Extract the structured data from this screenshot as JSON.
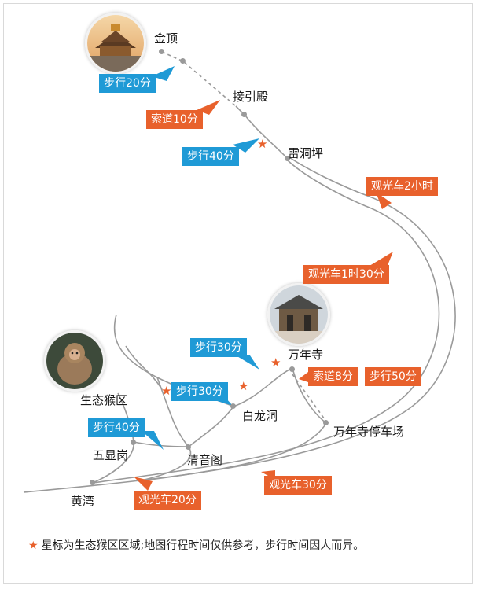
{
  "places": {
    "jinding": "金顶",
    "jieyindian": "接引殿",
    "leidongping": "雷洞坪",
    "wanniansi": "万年寺",
    "shengtai": "生态猴区",
    "bailongdong": "白龙洞",
    "wanniansi_parking": "万年寺停车场",
    "wuxiangang": "五显岗",
    "qingyinge": "清音阁",
    "huangwan": "黄湾"
  },
  "callouts": {
    "walk_20": "步行20分",
    "cable_10": "索道10分",
    "walk_40_top": "步行40分",
    "bus_2h": "观光车2小时",
    "bus_1h30": "观光车1时30分",
    "walk_30_top": "步行30分",
    "cable_8": "索道8分",
    "walk_50": "步行50分",
    "walk_30_mid": "步行30分",
    "walk_40_low": "步行40分",
    "bus_30": "观光车30分",
    "bus_20": "观光车20分"
  },
  "colors": {
    "walk": "#1f9ad6",
    "bus_cable": "#e8612c",
    "star": "#e8612c",
    "route": "#9a9a9a"
  },
  "icons": [
    "star-icon",
    "golden-summit-photo",
    "wannian-temple-photo",
    "monkey-photo"
  ],
  "legend_note": "星标为生态猴区区域;地图行程时间仅供参考，步行时间因人而异。"
}
